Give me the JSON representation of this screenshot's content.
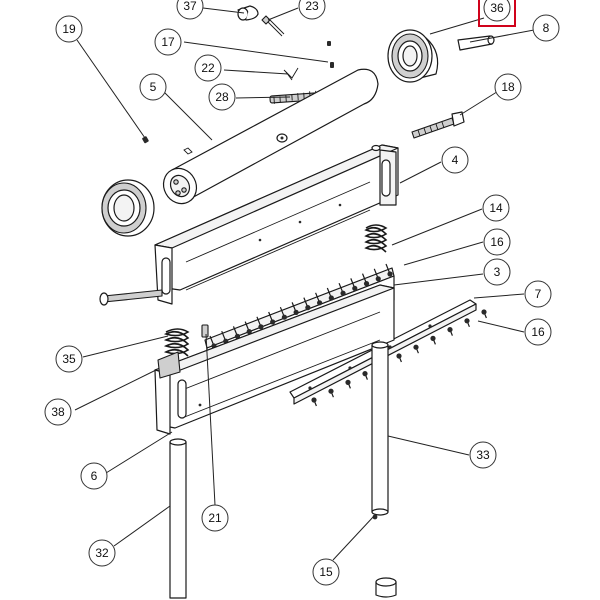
{
  "diagram": {
    "highlight_color": "#d0021b",
    "highlighted_callout": "36",
    "callouts": [
      {
        "id": "37",
        "label": "37"
      },
      {
        "id": "23",
        "label": "23"
      },
      {
        "id": "36",
        "label": "36"
      },
      {
        "id": "19",
        "label": "19"
      },
      {
        "id": "17",
        "label": "17"
      },
      {
        "id": "8",
        "label": "8"
      },
      {
        "id": "22",
        "label": "22"
      },
      {
        "id": "5",
        "label": "5"
      },
      {
        "id": "28",
        "label": "28"
      },
      {
        "id": "18",
        "label": "18"
      },
      {
        "id": "4",
        "label": "4"
      },
      {
        "id": "14",
        "label": "14"
      },
      {
        "id": "16a",
        "label": "16"
      },
      {
        "id": "3",
        "label": "3"
      },
      {
        "id": "7",
        "label": "7"
      },
      {
        "id": "16b",
        "label": "16"
      },
      {
        "id": "35",
        "label": "35"
      },
      {
        "id": "38",
        "label": "38"
      },
      {
        "id": "6",
        "label": "6"
      },
      {
        "id": "33",
        "label": "33"
      },
      {
        "id": "21",
        "label": "21"
      },
      {
        "id": "32",
        "label": "32"
      },
      {
        "id": "15",
        "label": "15"
      }
    ]
  }
}
